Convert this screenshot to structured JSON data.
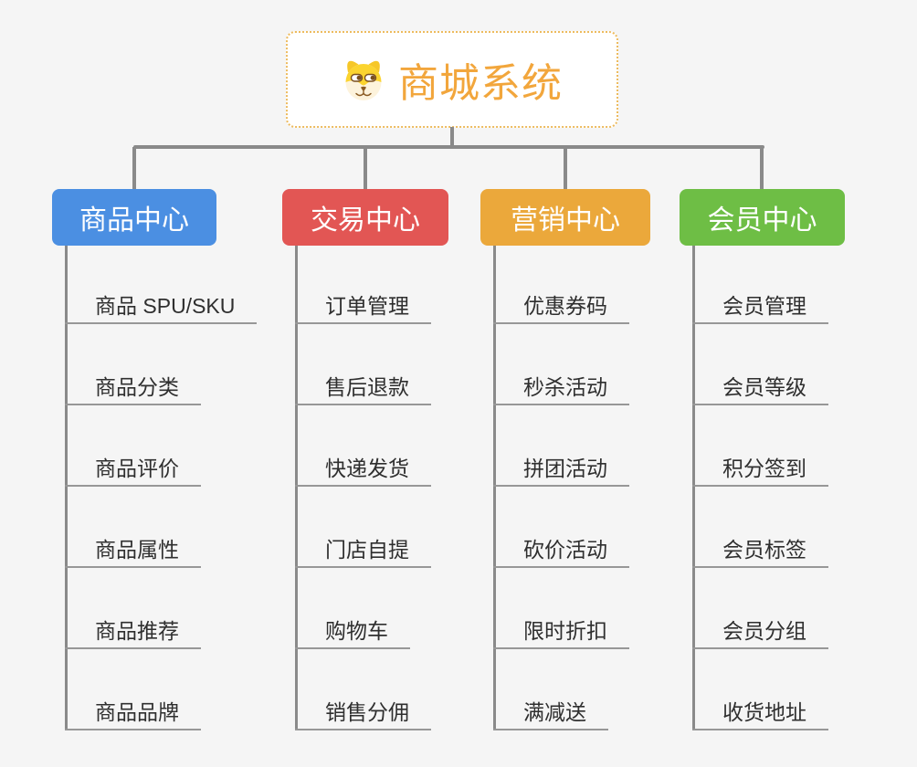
{
  "root": {
    "label": "商城系统",
    "icon": "dog-face-icon"
  },
  "branches": [
    {
      "label": "商品中心",
      "color": "#4B8FE2",
      "children": [
        "商品 SPU/SKU",
        "商品分类",
        "商品评价",
        "商品属性",
        "商品推荐",
        "商品品牌"
      ]
    },
    {
      "label": "交易中心",
      "color": "#E25654",
      "children": [
        "订单管理",
        "售后退款",
        "快递发货",
        "门店自提",
        "购物车",
        "销售分佣"
      ]
    },
    {
      "label": "营销中心",
      "color": "#EBA83B",
      "children": [
        "优惠券码",
        "秒杀活动",
        "拼团活动",
        "砍价活动",
        "限时折扣",
        "满减送"
      ]
    },
    {
      "label": "会员中心",
      "color": "#6EBE45",
      "children": [
        "会员管理",
        "会员等级",
        "积分签到",
        "会员标签",
        "会员分组",
        "收货地址"
      ]
    }
  ],
  "colors": {
    "canvas_background": "#F5F5F5",
    "root_text": "#F2A63C",
    "root_border": "#EDBB5E",
    "root_fill": "#FFFFFF",
    "connector_line": "#8A8A8A",
    "leaf_underline": "#979797",
    "leaf_text": "#2F2F2F",
    "branch_text": "#FFFFFF"
  }
}
